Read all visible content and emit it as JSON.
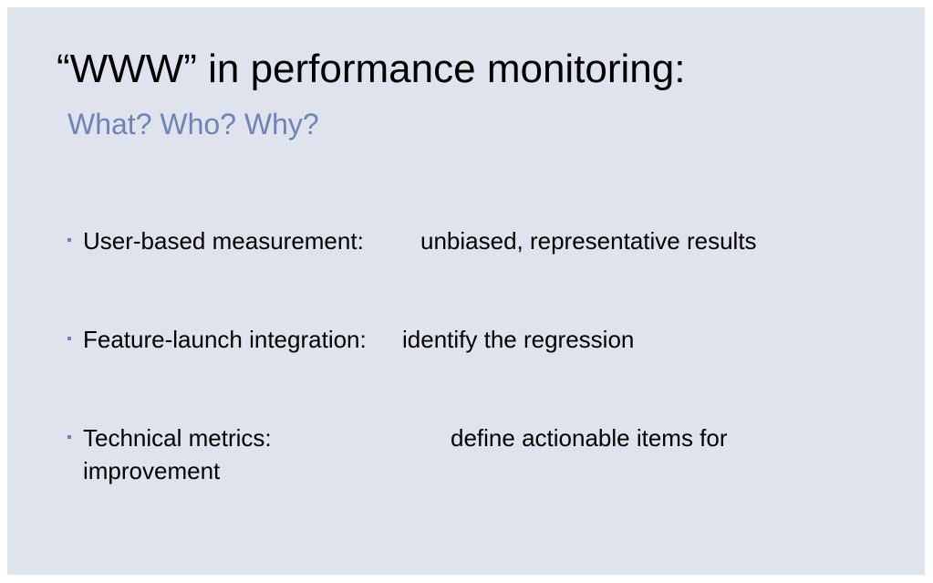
{
  "slide": {
    "title": "“WWW” in performance monitoring:",
    "subtitle": "What? Who? Why?",
    "bullets": [
      {
        "term": "User-based measurement:",
        "description": "unbiased, representative results"
      },
      {
        "term": "Feature-launch integration:",
        "description": "identify the regression"
      },
      {
        "term": "Technical metrics:",
        "description": "define actionable items for",
        "description_continued": "improvement"
      }
    ],
    "colors": {
      "background": "#dfe3ee",
      "subtitle": "#6f83b6",
      "bullet_marker": "#6f83b6",
      "text": "#000000"
    }
  }
}
